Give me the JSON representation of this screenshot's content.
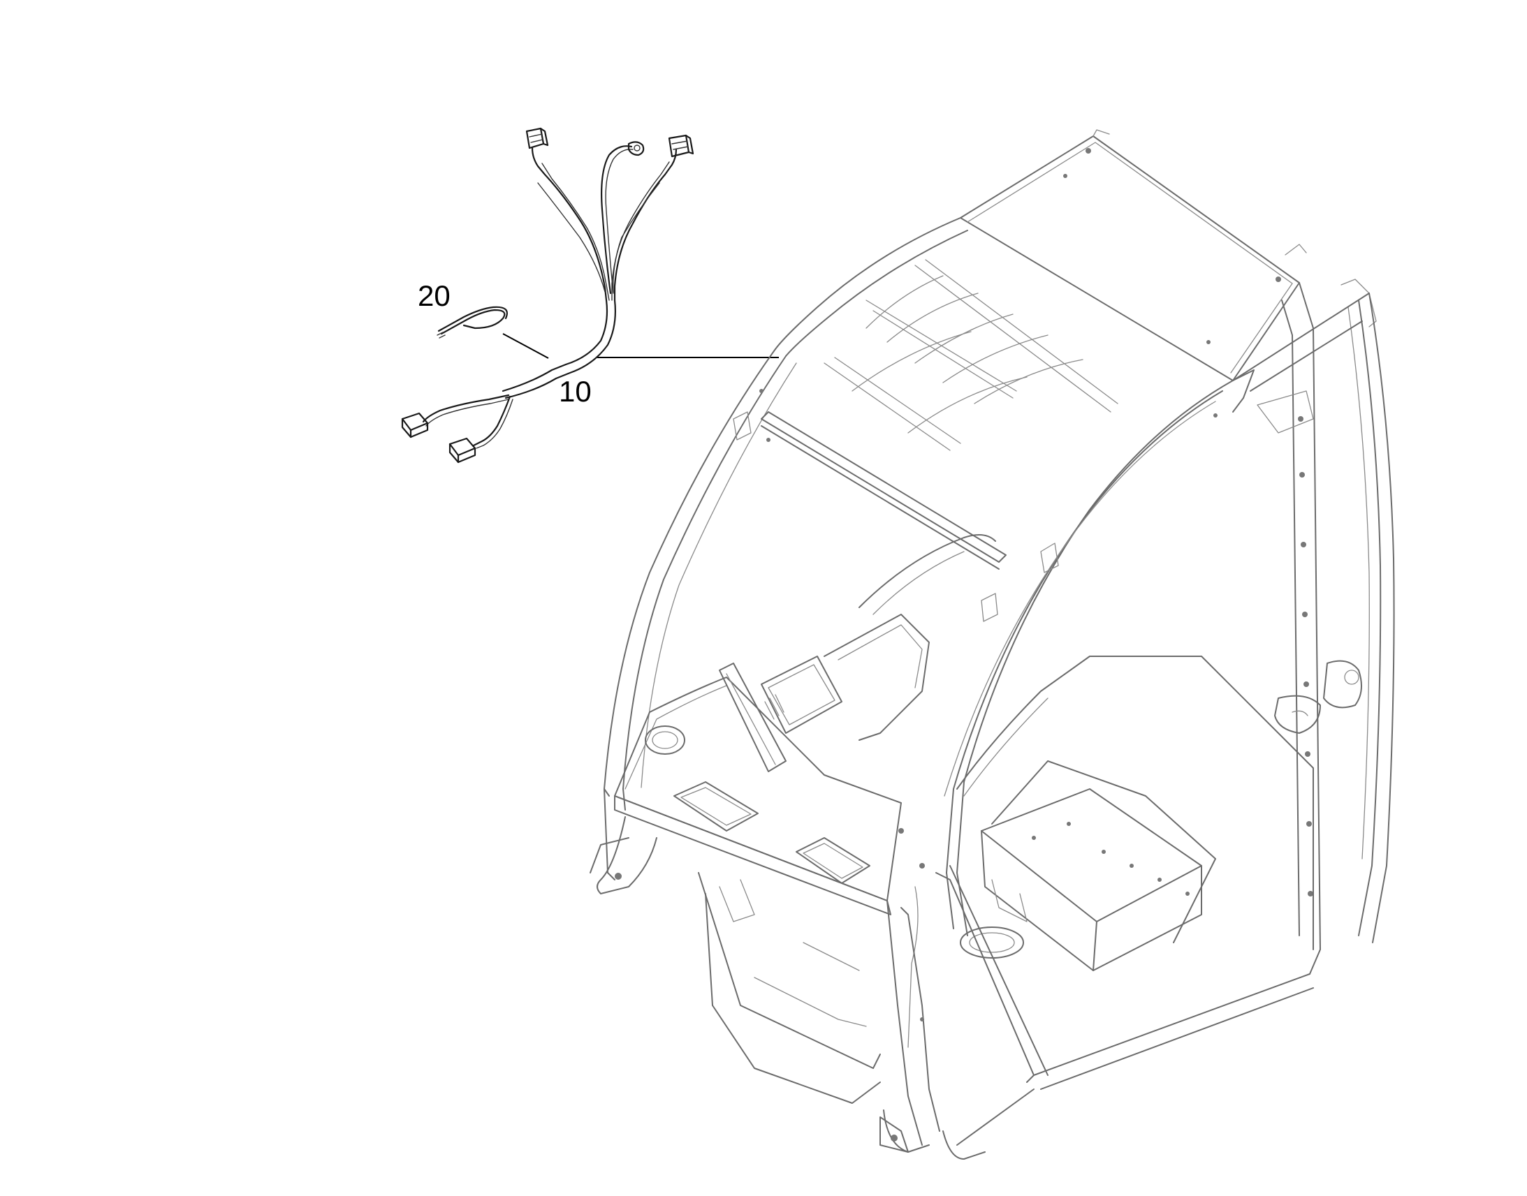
{
  "callouts": [
    {
      "id": "10",
      "label": "10"
    },
    {
      "id": "20",
      "label": "20"
    }
  ],
  "colors": {
    "background": "#ffffff",
    "line": "#1a1a1a",
    "cab_line": "#6b6b6b",
    "text": "#000000"
  }
}
